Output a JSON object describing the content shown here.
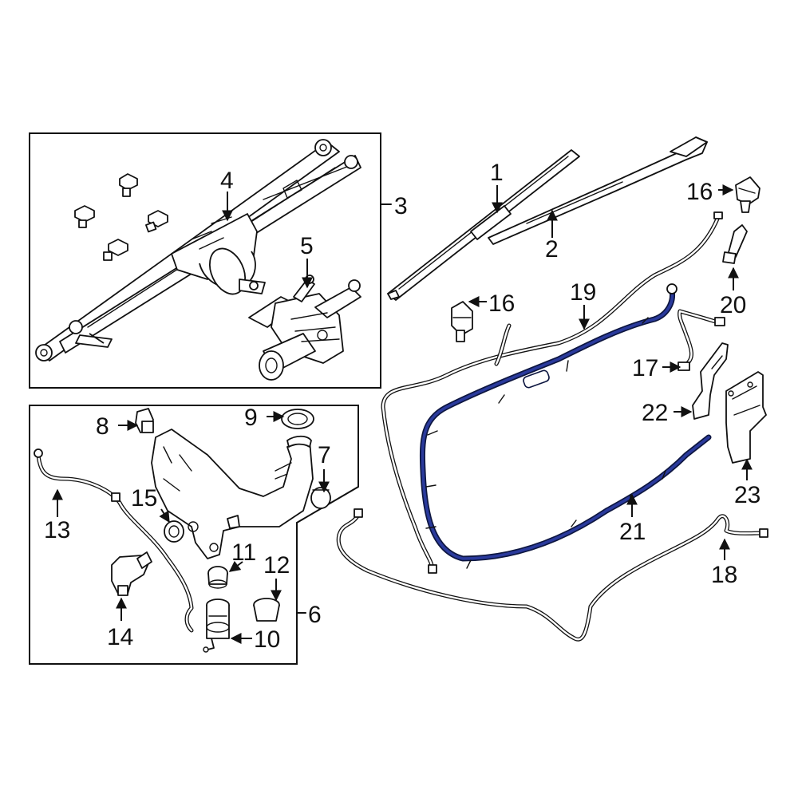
{
  "highlight_color": "#2a3a9c",
  "callouts": {
    "c1": "1",
    "c2": "2",
    "c3": "3",
    "c4": "4",
    "c5": "5",
    "c6": "6",
    "c7": "7",
    "c8": "8",
    "c9": "9",
    "c10": "10",
    "c11": "11",
    "c12": "12",
    "c13": "13",
    "c14": "14",
    "c15": "15",
    "c16a": "16",
    "c16b": "16",
    "c17": "17",
    "c18": "18",
    "c19": "19",
    "c20": "20",
    "c21": "21",
    "c22": "22",
    "c23": "23"
  }
}
